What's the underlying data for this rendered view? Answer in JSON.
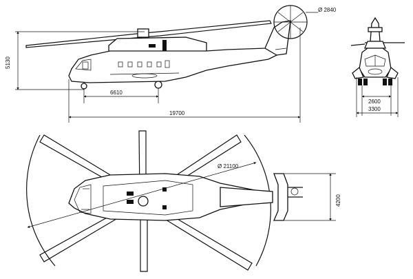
{
  "drawing": {
    "dimensions": {
      "height": "5130",
      "gear_base": "6610",
      "length": "19700",
      "tail_rotor_dia": "Ø 2840",
      "track": "2600",
      "width": "3300",
      "main_rotor_dia": "Ø 21100",
      "tail_span": "4200"
    }
  }
}
